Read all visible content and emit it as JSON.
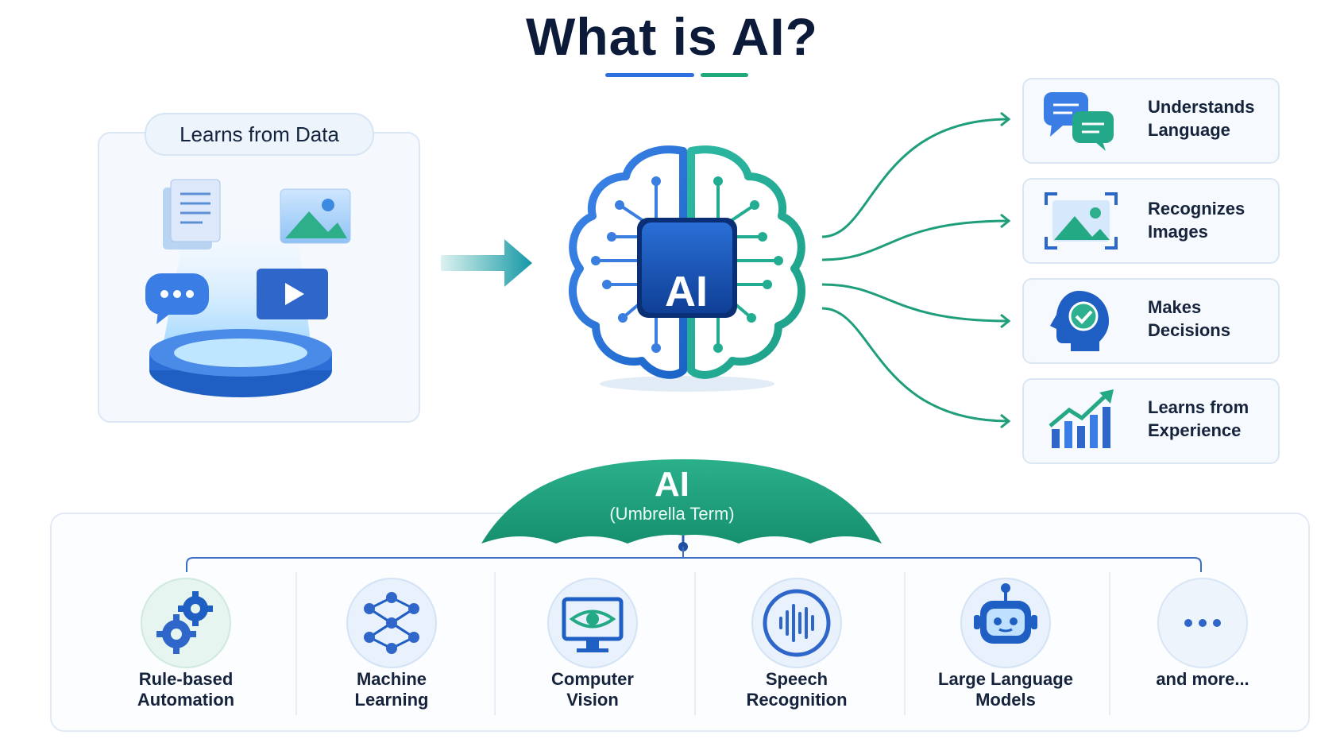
{
  "title": "What is AI?",
  "colors": {
    "blue": "#2f6fe0",
    "green": "#1fa87c",
    "navy": "#0c1b3a",
    "teal": "#1d9f7c"
  },
  "left": {
    "pill_label": "Learns from Data"
  },
  "center": {
    "chip_label": "AI"
  },
  "capabilities": [
    {
      "line1": "Understands",
      "line2": "Language",
      "icon": "chat-bubbles-icon"
    },
    {
      "line1": "Recognizes",
      "line2": "Images",
      "icon": "image-frame-icon"
    },
    {
      "line1": "Makes",
      "line2": "Decisions",
      "icon": "head-check-icon"
    },
    {
      "line1": "Learns from",
      "line2": "Experience",
      "icon": "growth-chart-icon"
    }
  ],
  "umbrella": {
    "title": "AI",
    "subtitle": "(Umbrella Term)"
  },
  "categories": [
    {
      "line1": "Rule-based",
      "line2": "Automation",
      "icon": "gears-icon"
    },
    {
      "line1": "Machine",
      "line2": "Learning",
      "icon": "neural-network-icon"
    },
    {
      "line1": "Computer",
      "line2": "Vision",
      "icon": "monitor-eye-icon"
    },
    {
      "line1": "Speech",
      "line2": "Recognition",
      "icon": "sound-wave-icon"
    },
    {
      "line1": "Large Language",
      "line2": "Models",
      "icon": "robot-icon"
    },
    {
      "line1": "and more...",
      "line2": "",
      "icon": "more-dots-icon"
    }
  ]
}
